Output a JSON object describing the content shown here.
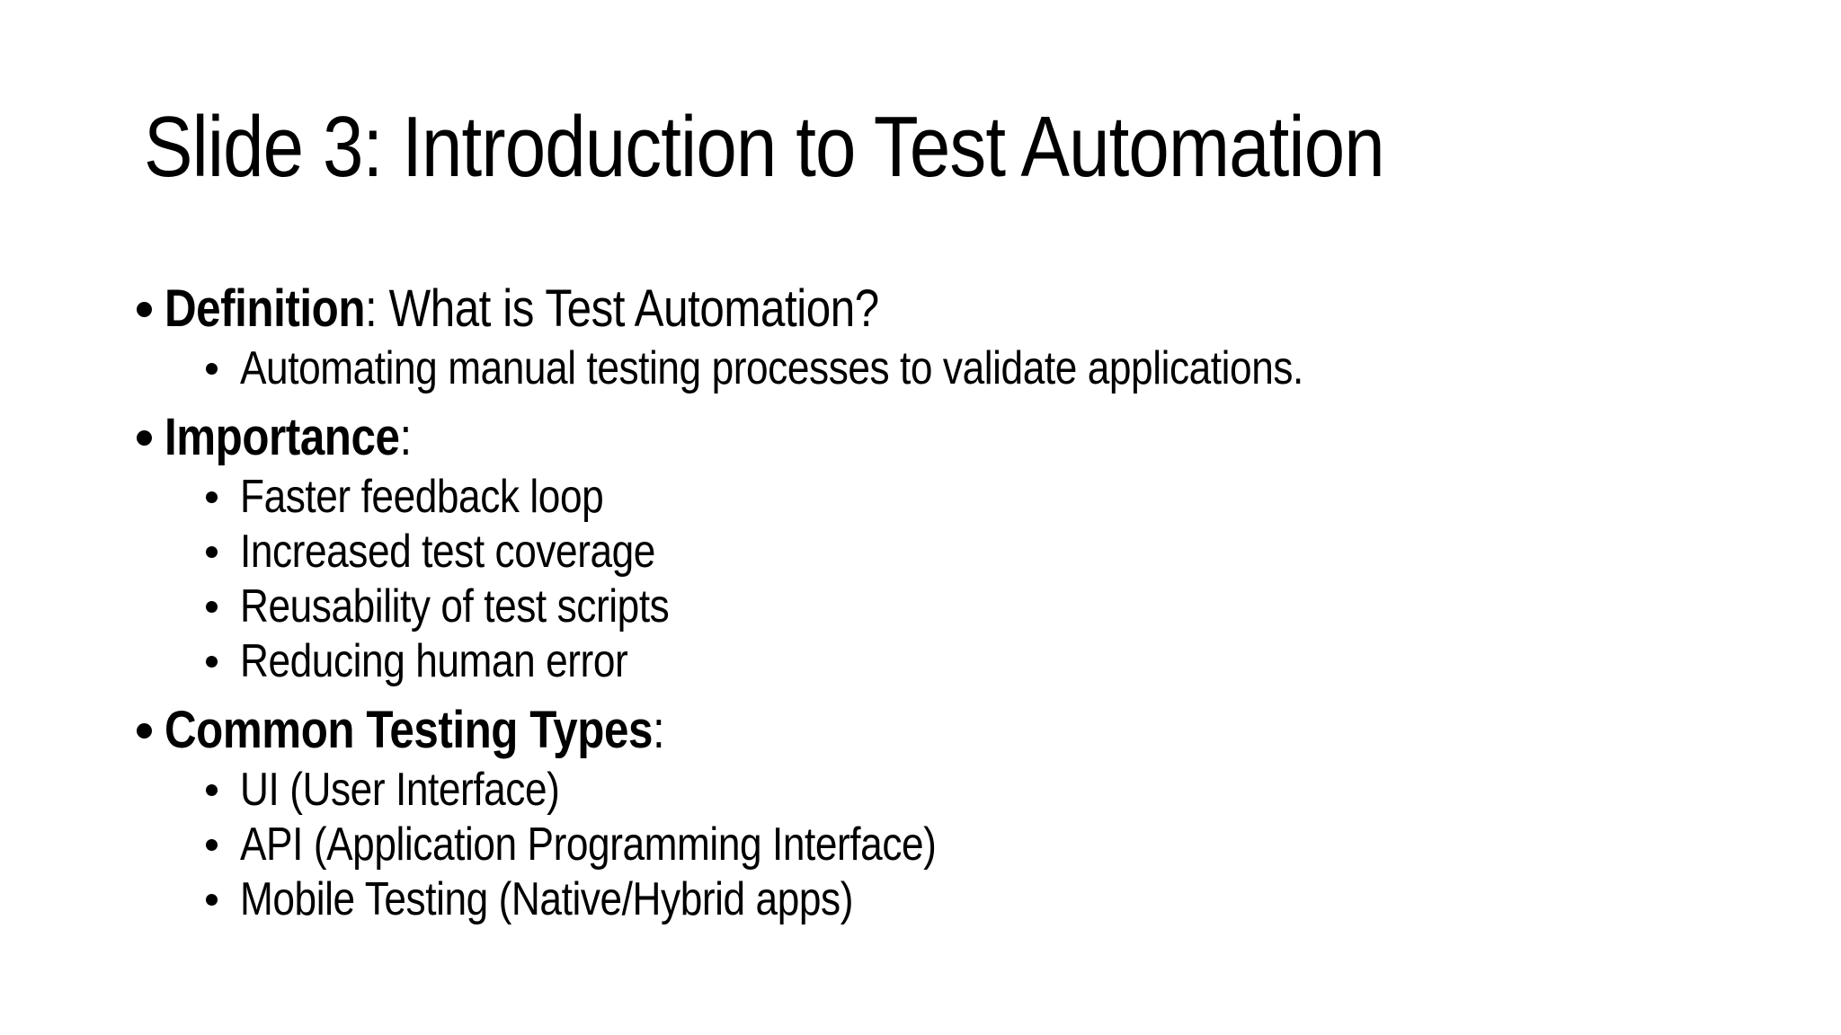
{
  "slide": {
    "title": "Slide 3: Introduction to Test Automation",
    "colors": {
      "background": "#ffffff",
      "text": "#000000"
    },
    "bullet_glyph": "•",
    "bullets": [
      {
        "level": 1,
        "runs": [
          {
            "text": "Definition",
            "bold": true
          },
          {
            "text": ": What is Test Automation?",
            "bold": false
          }
        ]
      },
      {
        "level": 2,
        "runs": [
          {
            "text": "Automating manual testing processes to validate applications.",
            "bold": false
          }
        ]
      },
      {
        "level": 1,
        "runs": [
          {
            "text": "Importance",
            "bold": true
          },
          {
            "text": ":",
            "bold": false
          }
        ]
      },
      {
        "level": 2,
        "runs": [
          {
            "text": "Faster feedback loop",
            "bold": false
          }
        ]
      },
      {
        "level": 2,
        "runs": [
          {
            "text": "Increased test coverage",
            "bold": false
          }
        ]
      },
      {
        "level": 2,
        "runs": [
          {
            "text": "Reusability of test scripts",
            "bold": false
          }
        ]
      },
      {
        "level": 2,
        "runs": [
          {
            "text": "Reducing human error",
            "bold": false
          }
        ]
      },
      {
        "level": 1,
        "runs": [
          {
            "text": "Common Testing Types",
            "bold": true
          },
          {
            "text": ":",
            "bold": false
          }
        ]
      },
      {
        "level": 2,
        "runs": [
          {
            "text": "UI (User Interface)",
            "bold": false
          }
        ]
      },
      {
        "level": 2,
        "runs": [
          {
            "text": "API (Application Programming Interface)",
            "bold": false
          }
        ]
      },
      {
        "level": 2,
        "runs": [
          {
            "text": "Mobile Testing (Native/Hybrid apps)",
            "bold": false
          }
        ]
      }
    ]
  }
}
